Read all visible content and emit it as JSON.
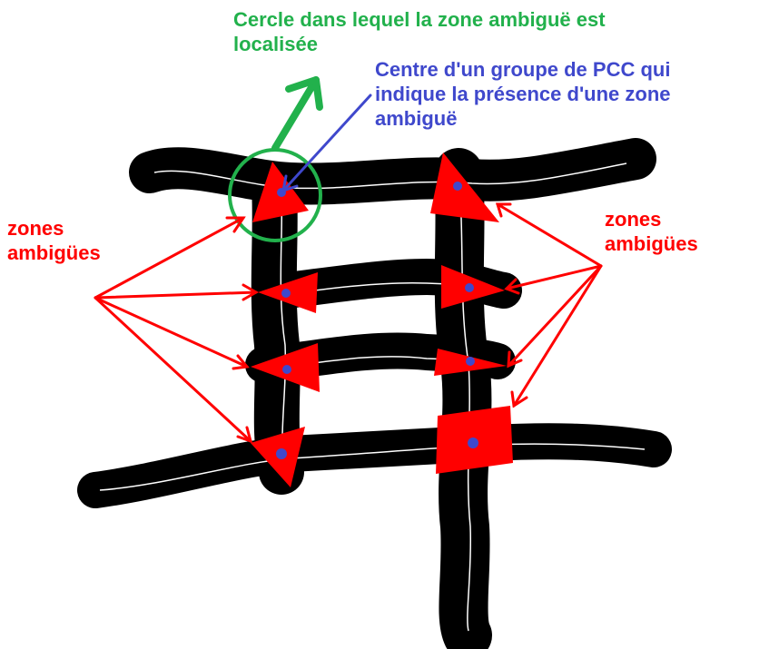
{
  "annotations": {
    "circle_label": [
      "Cercle dans lequel la zone ambiguë est",
      "localisée"
    ],
    "center_label": [
      "Centre d'un groupe de PCC qui",
      "indique la présence d'une zone",
      "ambiguë"
    ],
    "left_zones_label": [
      "zones",
      "ambigües"
    ],
    "right_zones_label": [
      "zones",
      "ambigües"
    ]
  },
  "colors": {
    "stroke": "#000000",
    "skeleton": "#ffffff",
    "zone": "#ff0000",
    "point": "#3f48cc",
    "circle": "#22b14c",
    "circle_label": "#22b14c",
    "center_label": "#3f48cc",
    "zones_label": "#ff0000"
  },
  "character_glyph": "耳-like ideogram skeleton with ambiguous junction zones"
}
